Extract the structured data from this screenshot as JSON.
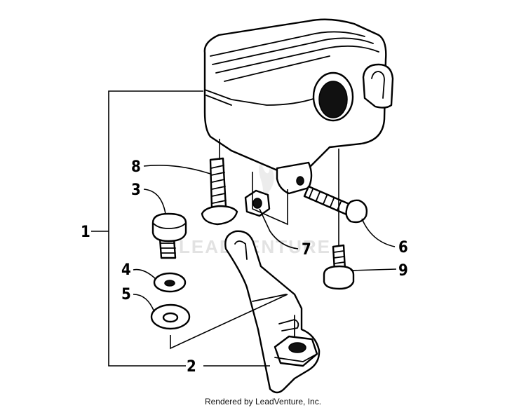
{
  "callouts": {
    "c1": "1",
    "c2": "2",
    "c3": "3",
    "c4": "4",
    "c5": "5",
    "c6": "6",
    "c7": "7",
    "c8": "8",
    "c9": "9"
  },
  "watermark": "LEADVENTURE",
  "footer": "Rendered by LeadVenture, Inc."
}
